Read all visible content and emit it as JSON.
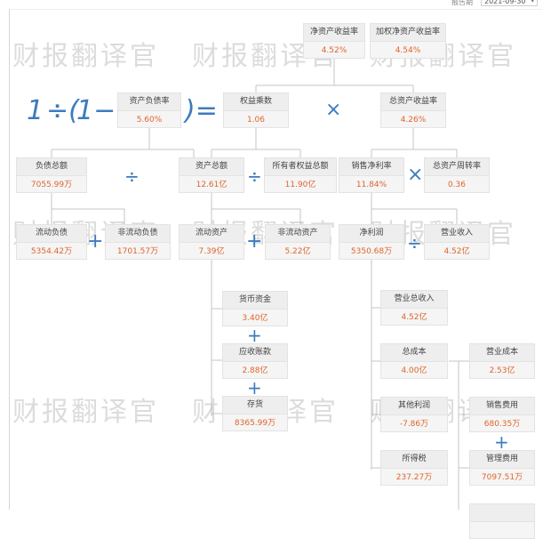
{
  "header": {
    "report_label": "报告期",
    "date_value": "2021-09-30"
  },
  "watermark": "财报翻译官",
  "formula": {
    "one": "1",
    "divide": "÷(",
    "minus": "1−",
    "paren_eq": ")="
  },
  "operators": {
    "times": "×",
    "divide": "÷",
    "plus": "+"
  },
  "nodes": {
    "roe": {
      "label": "净资产收益率",
      "value": "4.52%"
    },
    "weighted_roe": {
      "label": "加权净资产收益率",
      "value": "4.54%"
    },
    "debt_ratio": {
      "label": "资产负债率",
      "value": "5.60%"
    },
    "equity_multiplier": {
      "label": "权益乘数",
      "value": "1.06"
    },
    "roa": {
      "label": "总资产收益率",
      "value": "4.26%"
    },
    "total_liabilities": {
      "label": "负债总额",
      "value": "7055.99万"
    },
    "total_assets": {
      "label": "资产总额",
      "value": "12.61亿"
    },
    "owner_equity": {
      "label": "所有者权益总额",
      "value": "11.90亿"
    },
    "net_margin": {
      "label": "销售净利率",
      "value": "11.84%"
    },
    "asset_turnover": {
      "label": "总资产周转率",
      "value": "0.36"
    },
    "current_liabilities": {
      "label": "流动负债",
      "value": "5354.42万"
    },
    "noncurrent_liabilities": {
      "label": "非流动负债",
      "value": "1701.57万"
    },
    "current_assets": {
      "label": "流动资产",
      "value": "7.39亿"
    },
    "noncurrent_assets": {
      "label": "非流动资产",
      "value": "5.22亿"
    },
    "net_profit": {
      "label": "净利润",
      "value": "5350.68万"
    },
    "revenue": {
      "label": "营业收入",
      "value": "4.52亿"
    },
    "cash": {
      "label": "货币资金",
      "value": "3.40亿"
    },
    "receivables": {
      "label": "应收账款",
      "value": "2.88亿"
    },
    "inventory": {
      "label": "存货",
      "value": "8365.99万"
    },
    "total_revenue": {
      "label": "营业总收入",
      "value": "4.52亿"
    },
    "total_cost": {
      "label": "总成本",
      "value": "4.00亿"
    },
    "operating_cost": {
      "label": "营业成本",
      "value": "2.53亿"
    },
    "other_items": {
      "label": "其他利润",
      "value": "-7.86万"
    },
    "selling_expense": {
      "label": "销售费用",
      "value": "680.35万"
    },
    "income_tax": {
      "label": "所得税",
      "value": "237.27万"
    },
    "admin_expense": {
      "label": "管理费用",
      "value": "7097.51万"
    }
  }
}
